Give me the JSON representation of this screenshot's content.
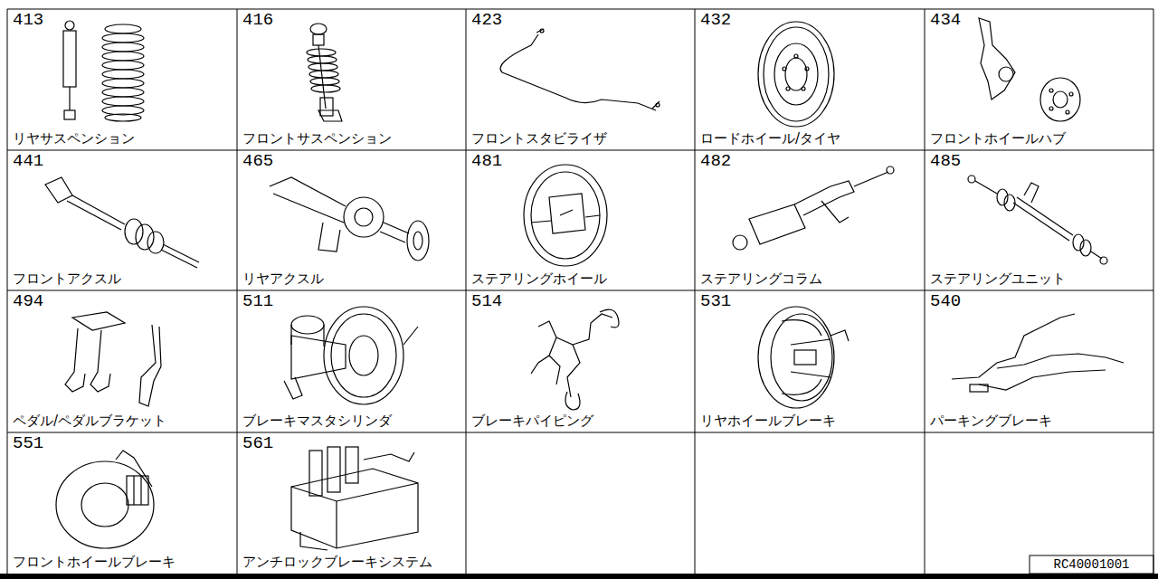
{
  "diagram": {
    "nodes": [
      {
        "text": [
          "413",
          "リヤサスペンション"
        ]
      },
      {
        "text": [
          "416",
          "フロントサスペンション"
        ]
      },
      {
        "text": [
          "423",
          "フロントスタビライザ"
        ]
      },
      {
        "text": [
          "432",
          "ロードホイール/タイヤ"
        ]
      },
      {
        "text": [
          "434",
          "フロントホイールハブ"
        ]
      },
      {
        "text": [
          "441",
          "フロントアクスル"
        ]
      },
      {
        "text": [
          "465",
          "リヤアクスル"
        ]
      },
      {
        "text": [
          "481",
          "ステアリングホイール"
        ]
      },
      {
        "text": [
          "482",
          "ステアリングコラム"
        ]
      },
      {
        "text": [
          "485",
          "ステアリングユニット"
        ]
      },
      {
        "text": [
          "494",
          "ペダル/ペダルブラケット"
        ]
      },
      {
        "text": [
          "511",
          "ブレーキマスタシリンダ"
        ]
      },
      {
        "text": [
          "514",
          "ブレーキパイピング"
        ]
      },
      {
        "text": [
          "531",
          "リヤホイールブレーキ"
        ]
      },
      {
        "text": [
          "540",
          "パーキングブレーキ"
        ]
      },
      {
        "text": [
          "551",
          "フロントホイールブレーキ"
        ]
      },
      {
        "text": [
          "561",
          "アンチロックブレーキシステム"
        ]
      },
      {
        "text": [
          "RC40001001"
        ]
      }
    ]
  }
}
